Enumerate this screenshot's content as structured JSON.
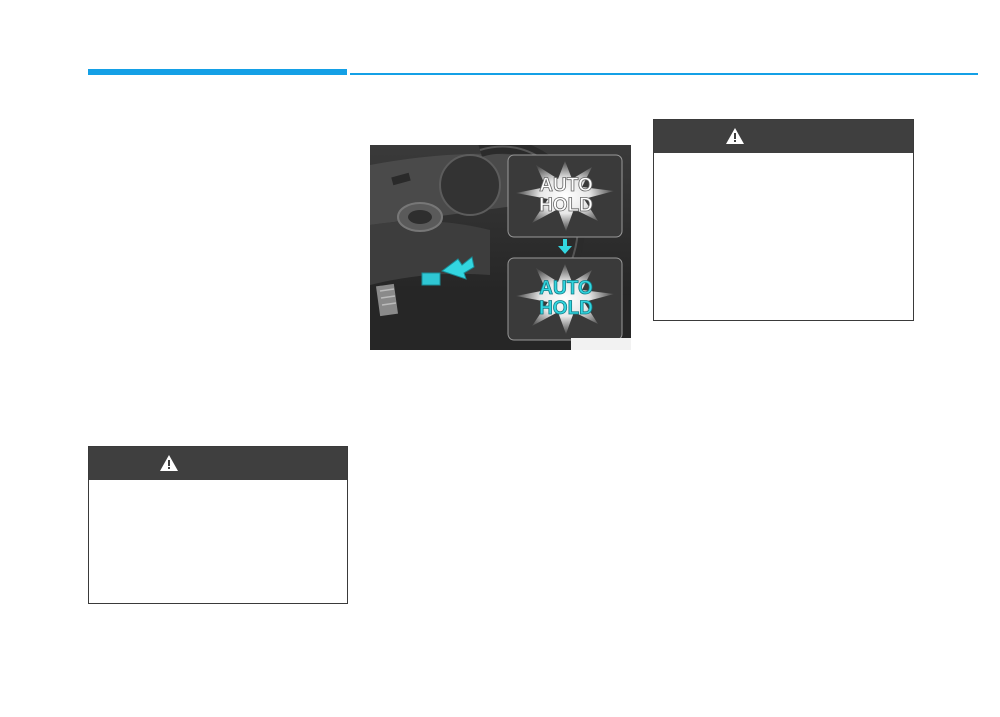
{
  "figure": {
    "indicator_off": {
      "line1": "AUTO",
      "line2": "HOLD"
    },
    "indicator_on": {
      "line1": "AUTO",
      "line2": "HOLD"
    },
    "colors": {
      "accent": "#14a0e6",
      "indicator_on": "#33d6e0",
      "indicator_off": "#ffffff"
    }
  },
  "warnings": [
    {
      "icon": "warning-triangle-icon"
    },
    {
      "icon": "warning-triangle-icon"
    }
  ]
}
